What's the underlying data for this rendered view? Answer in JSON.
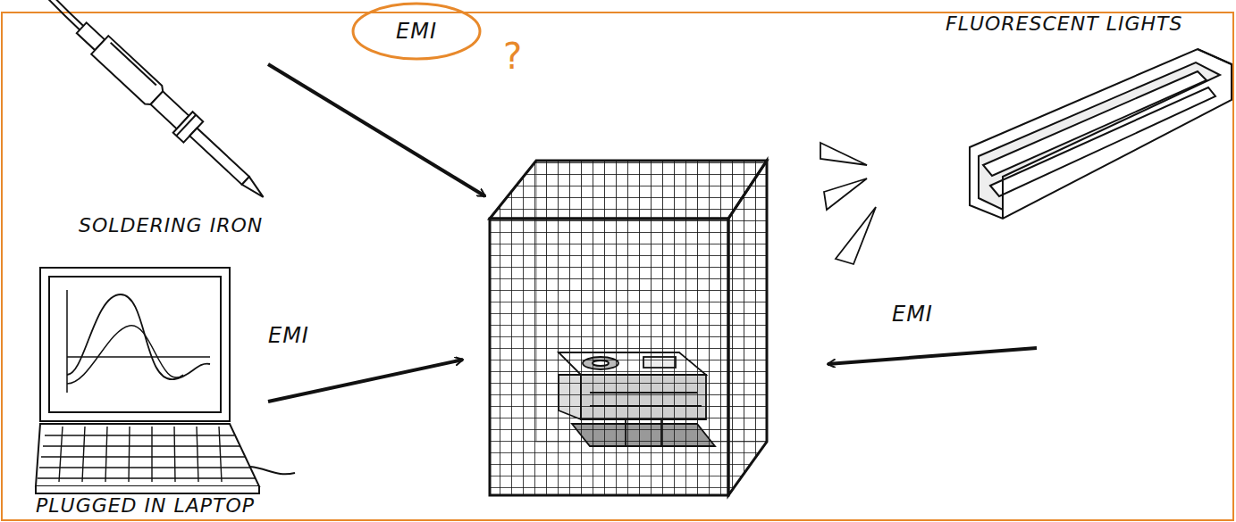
{
  "diagram": {
    "nodes": [
      {
        "text": [
          "EMI"
        ]
      }
    ],
    "labels": [
      "SOLDERING IRON",
      "FLUORESCENT LIGHTS",
      "?",
      "EMI",
      "EMI",
      "PLUGGED IN LAPTOP"
    ]
  }
}
